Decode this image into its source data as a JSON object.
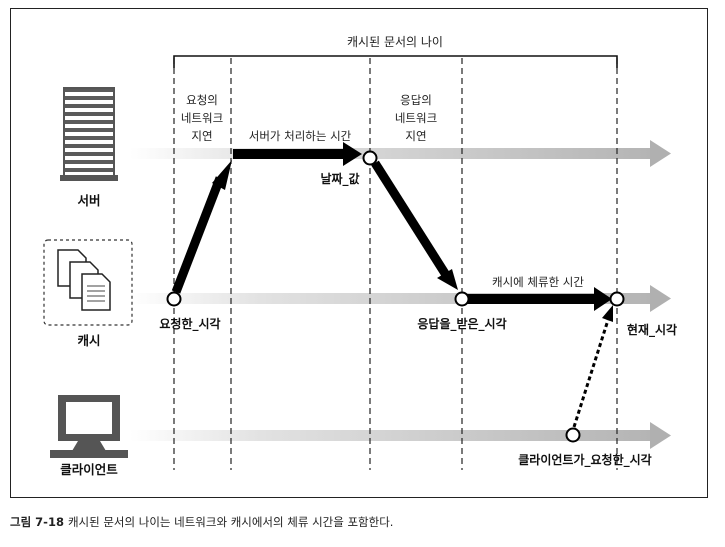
{
  "diagram": {
    "age_title": "캐시된 문서의 나이",
    "request_network_delay": [
      "요청의",
      "네트워크",
      "지연"
    ],
    "server_processing": "서버가 처리하는 시간",
    "response_network_delay": [
      "응답의",
      "네트워크",
      "지연"
    ],
    "cache_residence": "캐시에 체류한 시간",
    "date_value": "날짜_값",
    "request_time": "요청한_시각",
    "response_time": "응답을_받은_시각",
    "now_time": "현재_시각",
    "client_request_time": "클라이언트가_요청한_시각"
  },
  "actors": {
    "server": "서버",
    "cache": "캐시",
    "client": "클라이언트"
  },
  "caption": {
    "number": "그림 7-18",
    "text": "캐시된 문서의 나이는 네트워크와 캐시에서의 체류 시간을 포함한다."
  }
}
